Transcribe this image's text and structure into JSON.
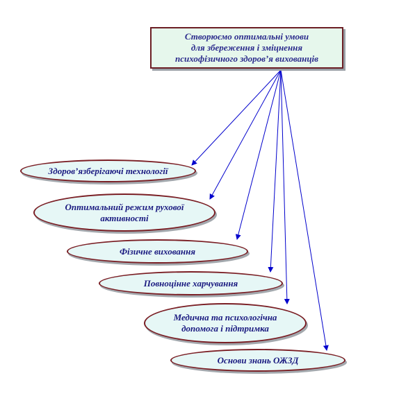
{
  "colors": {
    "arrow": "#0000cc",
    "border": "#7a1e24",
    "fill": "#e6f7f6",
    "text": "#1a1a80"
  },
  "root": {
    "lines": [
      "Створюємо оптимальні умови",
      "для збереження і зміцнення",
      "психофізичного здоров’я вихованців"
    ]
  },
  "nodes": [
    {
      "id": "health-tech",
      "lines": [
        "Здоров’язберігаючі технології"
      ]
    },
    {
      "id": "motor-activity",
      "lines": [
        "Оптимальний режим рухової",
        "активності"
      ]
    },
    {
      "id": "physical-education",
      "lines": [
        "Фізичне виховання"
      ]
    },
    {
      "id": "nutrition",
      "lines": [
        "Повноцінне харчування"
      ]
    },
    {
      "id": "medical-psych",
      "lines": [
        "Медична та психологічна",
        "допомога і підтримка"
      ]
    },
    {
      "id": "ozhzd",
      "lines": [
        "Основи знань ОЖЗД"
      ]
    }
  ]
}
